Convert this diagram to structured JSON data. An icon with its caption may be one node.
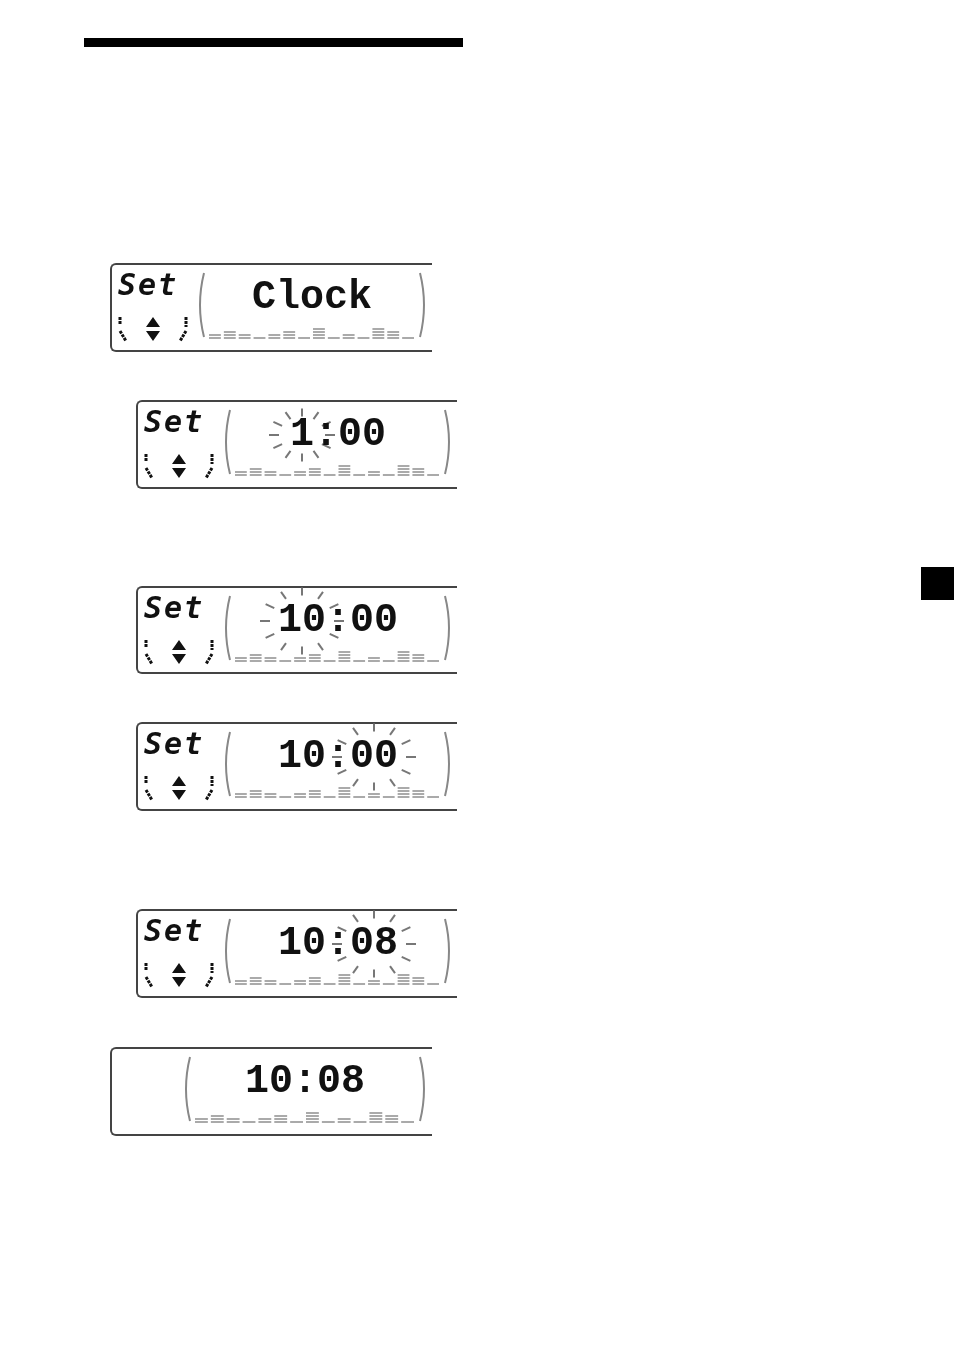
{
  "diagram": {
    "nodes": [
      {
        "text": [
          "Set",
          "Clock"
        ]
      },
      {
        "text": [
          "Set",
          "1:00"
        ]
      },
      {
        "text": [
          "Set",
          "10:00"
        ]
      },
      {
        "text": [
          "Set",
          "10:00"
        ]
      },
      {
        "text": [
          "Set",
          "10:08"
        ]
      },
      {
        "text": [
          "10:08"
        ]
      }
    ]
  }
}
